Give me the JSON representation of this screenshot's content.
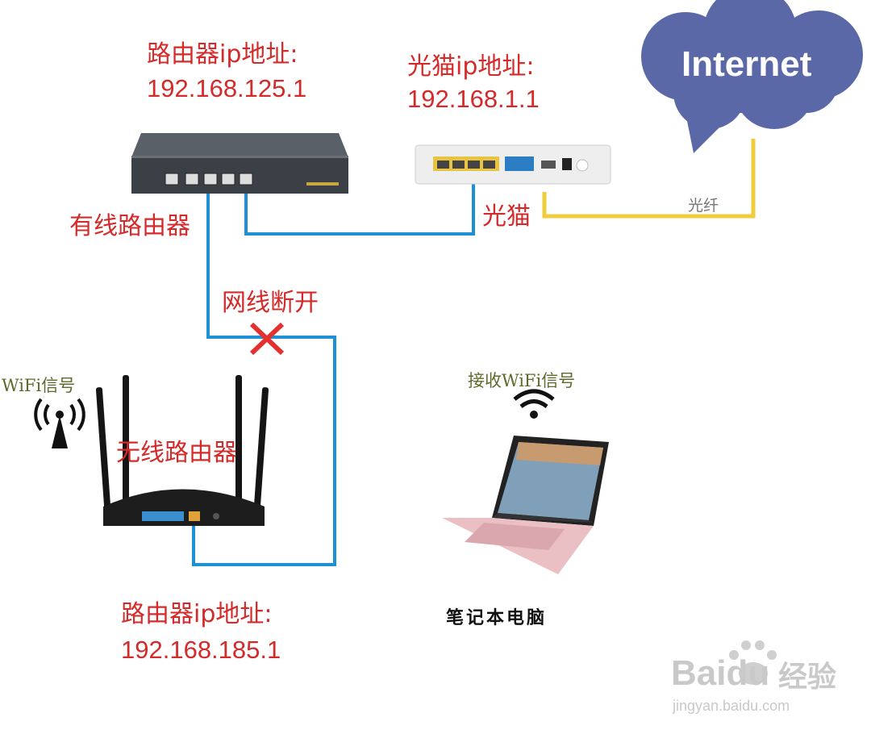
{
  "wired_router": {
    "ip_title": "路由器ip地址:",
    "ip": "192.168.125.1",
    "name": "有线路由器"
  },
  "modem": {
    "ip_title": "光猫ip地址:",
    "ip": "192.168.1.1",
    "name": "光猫"
  },
  "internet": {
    "label": "Internet",
    "fiber_label": "光纤"
  },
  "cable": {
    "status": "网线断开"
  },
  "wireless_router": {
    "wifi_label": "WiFi信号",
    "name": "无线路由器",
    "ip_title": "路由器ip地址:",
    "ip": "192.168.185.1"
  },
  "laptop": {
    "receive_label": "接收WiFi信号",
    "name": "笔记本电脑"
  },
  "watermark": {
    "brand": "Baidu",
    "brand_cn": "经验",
    "url": "jingyan.baidu.com"
  },
  "colors": {
    "label_red": "#d42a2a",
    "cable_blue": "#1e90d6",
    "fiber_yellow": "#f0cd3a",
    "cloud_blue": "#5b68a8",
    "cross_red": "#e53030"
  }
}
